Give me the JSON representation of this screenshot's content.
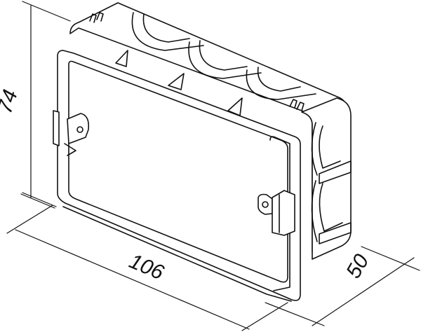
{
  "drawing": {
    "subject": "flush-mount electrical junction box with mounting frame",
    "style": "black line art on white"
  },
  "dimensions": {
    "height": "74",
    "width": "106",
    "depth": "50"
  },
  "colors": {
    "line": "#111111",
    "background": "#ffffff"
  }
}
